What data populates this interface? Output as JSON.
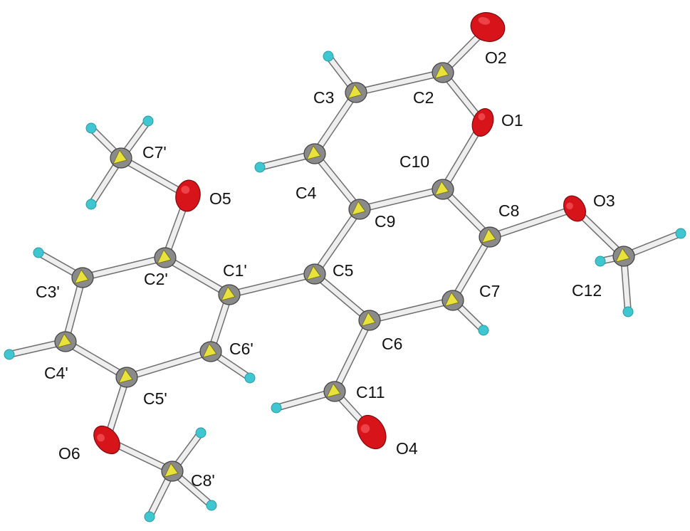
{
  "labels": {
    "O2": "O2",
    "O1": "O1",
    "C2": "C2",
    "C3": "C3",
    "C7p": "C7'",
    "C10": "C10",
    "O5": "O5",
    "C4": "C4",
    "C9": "C9",
    "C8": "C8",
    "O3": "O3",
    "C3p": "C3'",
    "C2p": "C2'",
    "C1p": "C1'",
    "C5": "C5",
    "C7": "C7",
    "C12": "C12",
    "C6": "C6",
    "C6p": "C6'",
    "C4p": "C4'",
    "C5p": "C5'",
    "C11": "C11",
    "O6": "O6",
    "O4": "O4",
    "C8p": "C8'"
  },
  "colors": {
    "carbon": "#8a8a8a",
    "carbon_octant": "#e8e23a",
    "oxygen": "#d8141b",
    "hydrogen": "#3fc6d0",
    "bond": "#eeeeee"
  }
}
